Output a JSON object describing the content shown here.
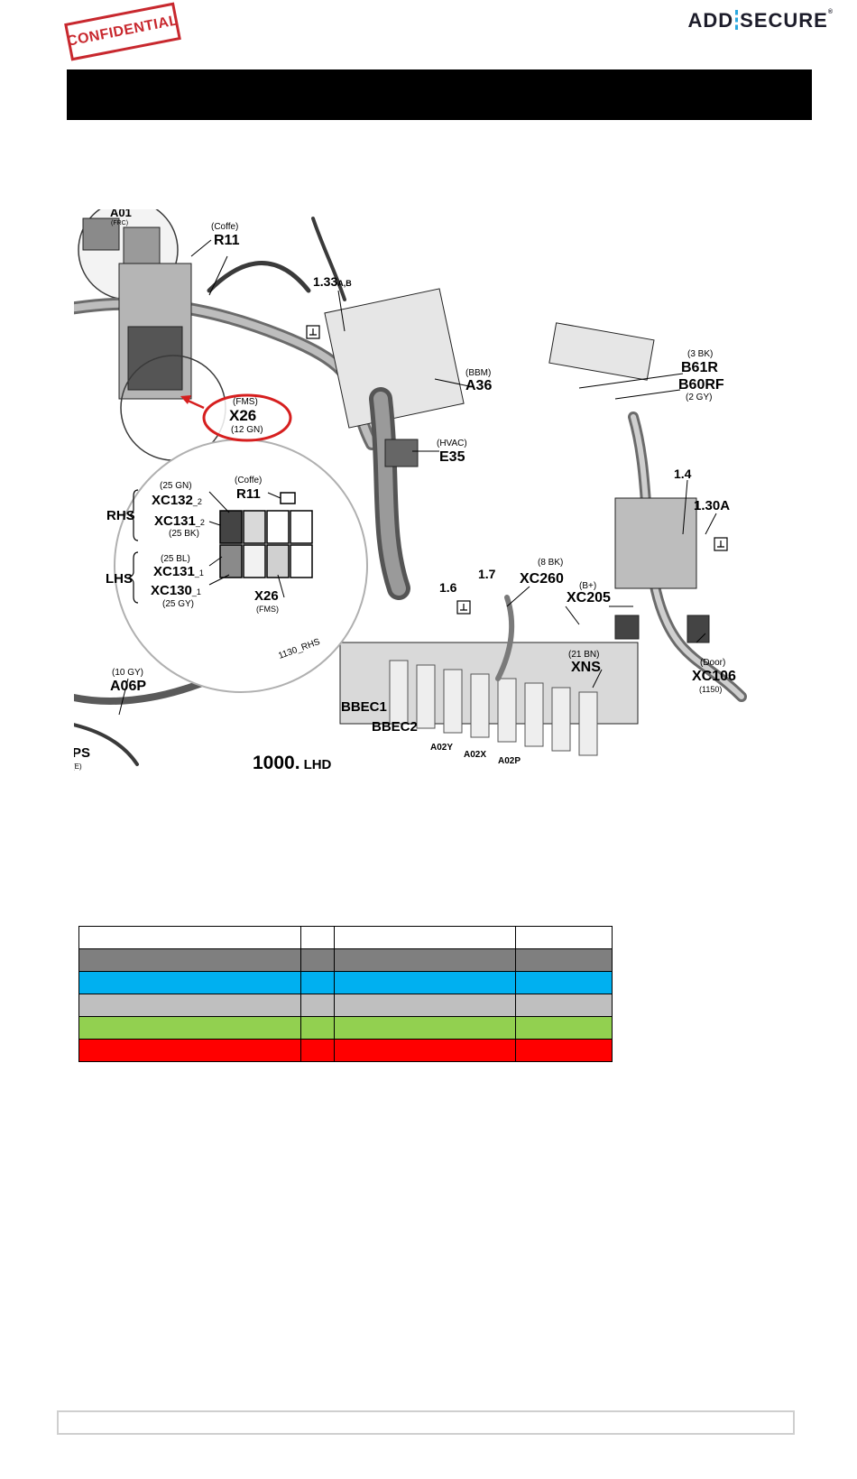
{
  "header": {
    "stamp": "CONFIDENTIAL",
    "logo_left": "ADD",
    "logo_right": "SECURE",
    "logo_mark": "®"
  },
  "diagram": {
    "labels": {
      "a01": "A01",
      "frc": "(FRC)",
      "coffe_top": "(Coffe)",
      "r11_top": "R11",
      "l133": "1.33",
      "l133_sub": "A,B",
      "bbm": "(BBM)",
      "a36": "A36",
      "bk3": "(3 BK)",
      "b61r": "B61R",
      "b60rf": "B60RF",
      "gy2": "(2 GY)",
      "fms_top": "(FMS)",
      "x26_top": "X26",
      "gn12": "(12 GN)",
      "hvac": "(HVAC)",
      "e35": "E35",
      "l14": "1.4",
      "l130a": "1.30A",
      "gn25": "(25 GN)",
      "xc132": "XC132",
      "xc132_sub": "_2",
      "coffe_in": "(Coffe)",
      "r11_in": "R11",
      "rhs": "RHS",
      "xc131_2": "XC131",
      "xc131_2_sub": "_2",
      "bk25": "(25 BK)",
      "bl25": "(25 BL)",
      "xc131_1": "XC131",
      "xc131_1_sub": "_1",
      "lhs": "LHS",
      "xc130": "XC130",
      "xc130_sub": "_1",
      "gy25": "(25 GY)",
      "x26_in": "X26",
      "fms_in": "(FMS)",
      "bk8": "(8 BK)",
      "xc260": "XC260",
      "l16": "1.6",
      "l17": "1.7",
      "bplus": "(B+)",
      "xc205": "XC205",
      "bn21": "(21 BN)",
      "xns": "XNS",
      "door": "(Door)",
      "xc106": "XC106",
      "n1150": "(1150)",
      "gy10": "(10 GY)",
      "a06p": "A06P",
      "rhs1130": "1130_RHS",
      "bbec1": "BBEC1",
      "bbec2": "BBEC2",
      "a02y": "A02Y",
      "a02x": "A02X",
      "a02p": "A02P",
      "lhd_num": "1000.",
      "lhd": "LHD",
      "ps": "PS",
      "e_frag": "(E)"
    }
  },
  "legend_table": {
    "row_colors": [
      "#7f7f7f",
      "#00b0f0",
      "#bfbfbf",
      "#92d050",
      "#ff0000"
    ]
  }
}
